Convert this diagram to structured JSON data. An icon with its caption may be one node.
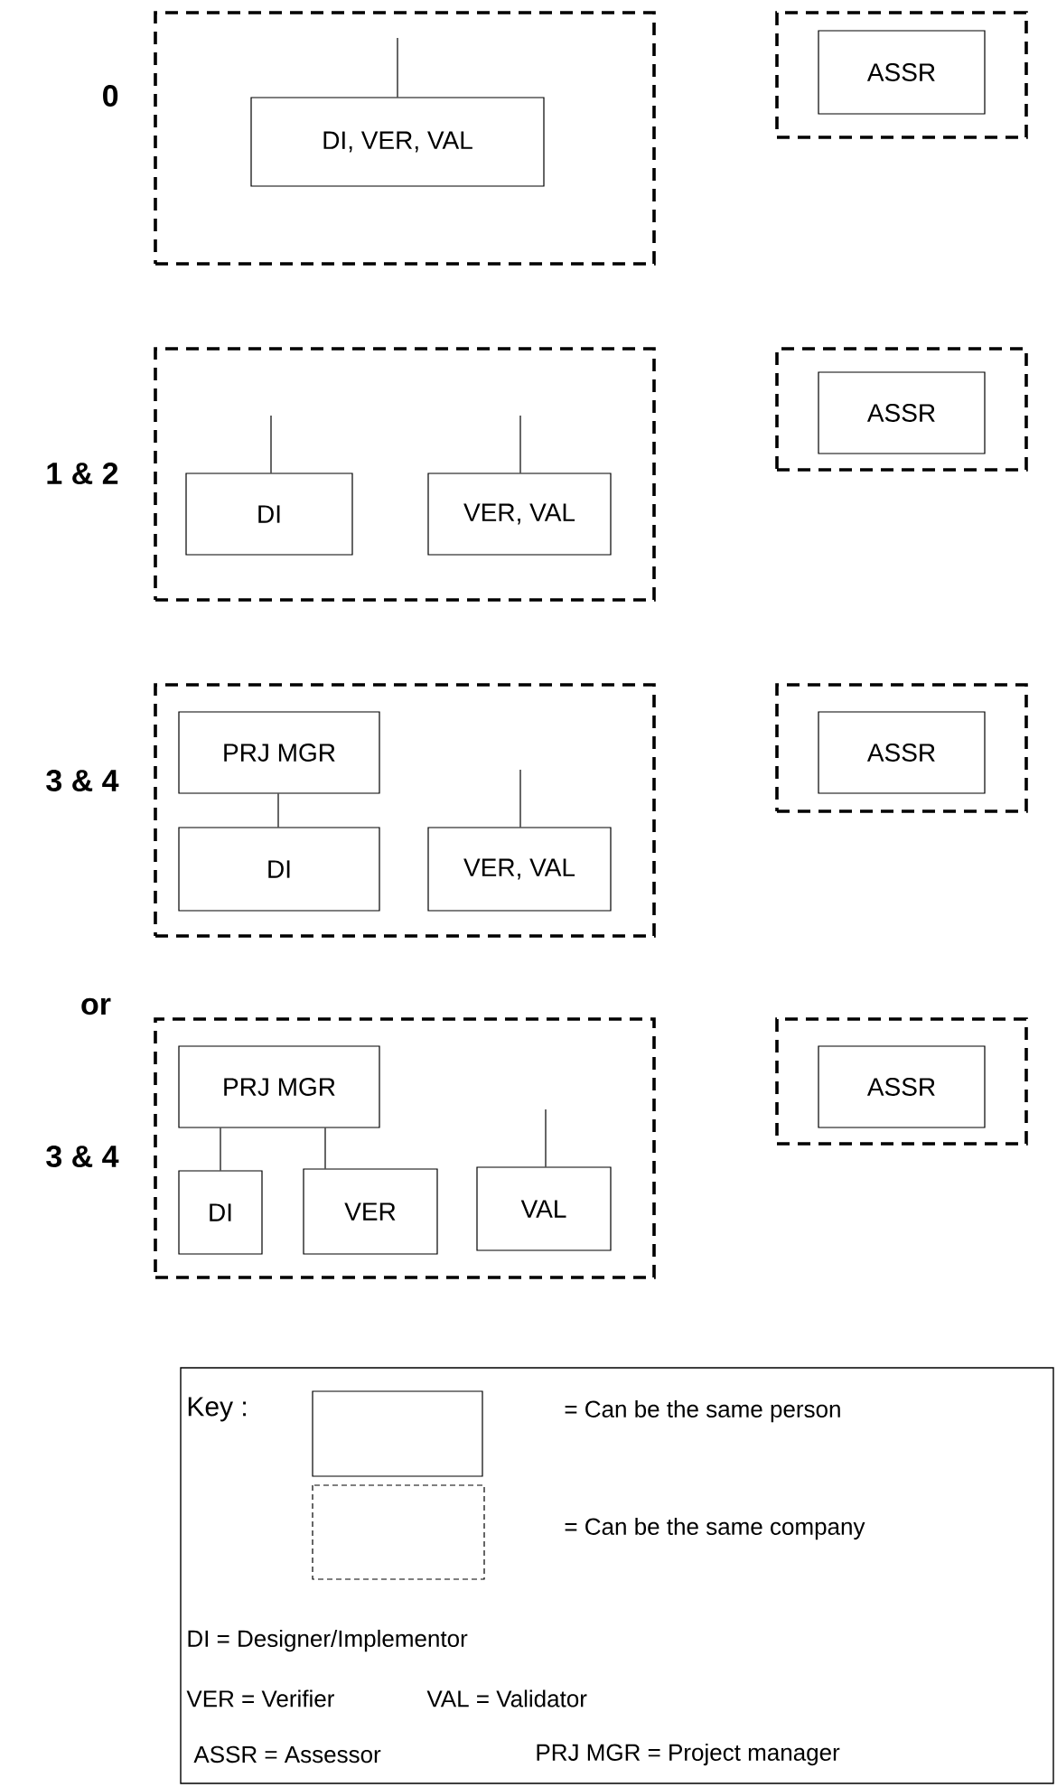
{
  "diagram": {
    "nodes": [
      {
        "text": [],
        "shape": "box",
        "beside": [
          "0"
        ]
      },
      {
        "text": [
          "DI, VER, VAL"
        ],
        "in": 0
      },
      {
        "text": [],
        "shape": "box"
      },
      {
        "text": [
          "ASSR"
        ],
        "in": 2
      },
      {
        "text": [],
        "shape": "box",
        "beside": [
          "1 & 2"
        ]
      },
      {
        "text": [
          "DI"
        ],
        "in": 4
      },
      {
        "text": [
          "VER, VAL"
        ],
        "in": 4
      },
      {
        "text": [],
        "shape": "box"
      },
      {
        "text": [
          "ASSR"
        ],
        "in": 7
      },
      {
        "text": [],
        "shape": "box",
        "beside": [
          "3 & 4"
        ]
      },
      {
        "text": [
          "PRJ  MGR"
        ],
        "in": 9
      },
      {
        "text": [
          "DI"
        ],
        "in": 9
      },
      {
        "text": [
          "VER, VAL"
        ],
        "in": 9
      },
      {
        "text": [],
        "shape": "box"
      },
      {
        "text": [
          "ASSR"
        ],
        "in": 13
      },
      {
        "text": [],
        "shape": "box",
        "beside": [
          "3 & 4"
        ]
      },
      {
        "text": [
          "PRJ  MGR"
        ],
        "in": 15
      },
      {
        "text": [
          "DI"
        ],
        "in": 15
      },
      {
        "text": [
          "VER"
        ],
        "in": 15
      },
      {
        "text": [
          "VAL"
        ],
        "in": 15
      },
      {
        "text": [],
        "shape": "box"
      },
      {
        "text": [
          "ASSR"
        ],
        "in": 20
      }
    ],
    "edges": [
      {
        "from": null,
        "to": 1,
        "arrow": "none"
      },
      {
        "from": null,
        "to": 5,
        "arrow": "none"
      },
      {
        "from": null,
        "to": 6,
        "arrow": "none"
      },
      {
        "from": 10,
        "to": 11,
        "arrow": "none"
      },
      {
        "from": null,
        "to": 12,
        "arrow": "none"
      },
      {
        "from": 16,
        "to": 17,
        "arrow": "none"
      },
      {
        "from": 16,
        "to": 18,
        "arrow": "none"
      },
      {
        "from": null,
        "to": 19,
        "arrow": "none"
      }
    ],
    "labels": [
      "or",
      "Key :",
      "DI = Designer/Implementor",
      "VER = Verifier",
      "VAL = Validator",
      "ASSR = Assessor",
      "PRJ MGR = Project manager"
    ],
    "legend": [
      {
        "text": "= Can be the same person"
      },
      {
        "text": "= Can be the same company"
      }
    ]
  }
}
